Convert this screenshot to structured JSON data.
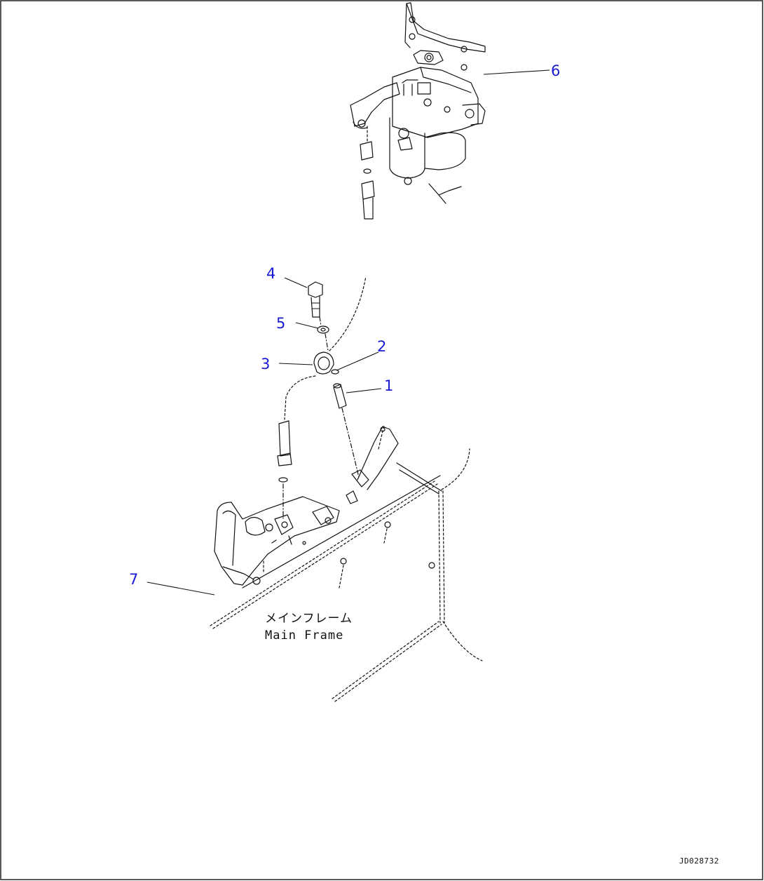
{
  "callouts": [
    {
      "id": "1",
      "label": "1"
    },
    {
      "id": "2",
      "label": "2"
    },
    {
      "id": "3",
      "label": "3"
    },
    {
      "id": "4",
      "label": "4"
    },
    {
      "id": "5",
      "label": "5"
    },
    {
      "id": "6",
      "label": "6"
    },
    {
      "id": "7",
      "label": "7"
    }
  ],
  "frame_label": {
    "japanese": "メインフレーム",
    "english": "Main Frame"
  },
  "drawing_id": "JD028732",
  "colors": {
    "callout": "#1a1ad6",
    "line": "#111111",
    "background": "#ffffff"
  }
}
